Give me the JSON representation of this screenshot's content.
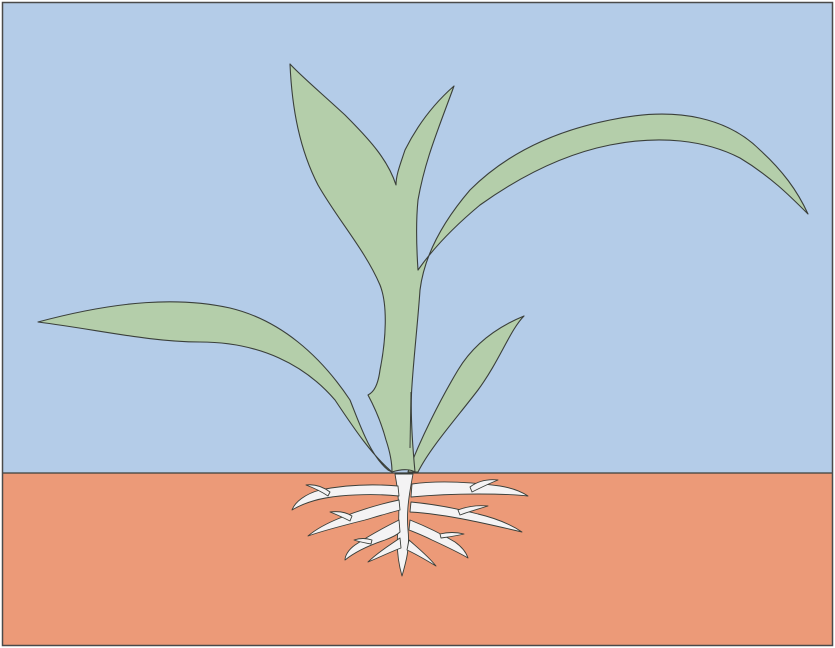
{
  "scene": {
    "subject": "plant",
    "parts": [
      "sky",
      "soil",
      "leaves",
      "stem",
      "roots"
    ]
  },
  "colors": {
    "sky": "#b4cce8",
    "soil": "#ec9a78",
    "leaf": "#b4ceaa",
    "root": "#f4f3f4",
    "outline": "#3a3f3a",
    "frame": "#4a4a4a"
  }
}
